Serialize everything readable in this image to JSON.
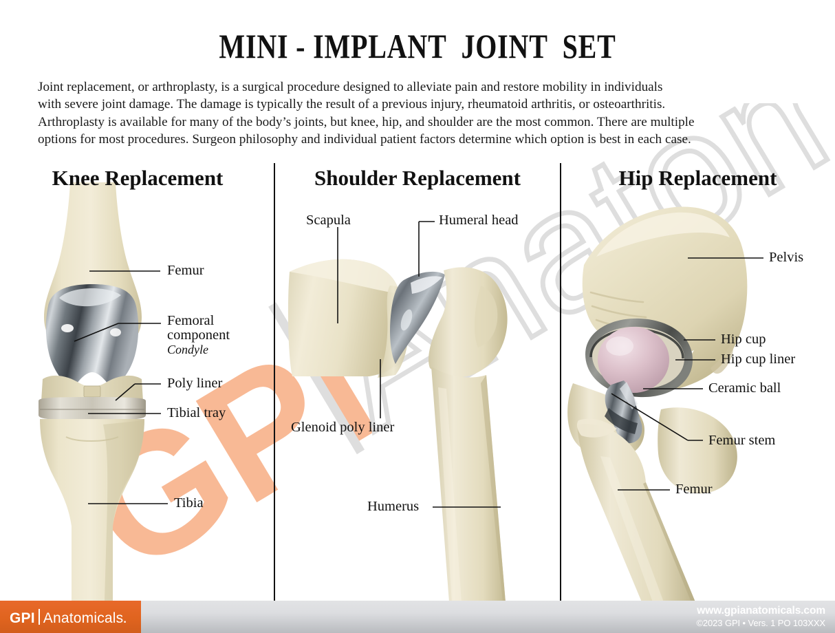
{
  "title": "MINI - IMPLANT  JOINT  SET",
  "intro": {
    "lines": [
      "Joint replacement, or arthroplasty, is a surgical procedure designed to alleviate pain and restore mobility in individuals",
      "with severe joint damage. The damage is typically the result of a previous injury, rheumatoid arthritis, or osteoarthritis.",
      "Arthroplasty is available for many of the body’s joints, but knee, hip, and shoulder are the most common. There are multiple",
      "options for most procedures. Surgeon philosophy and individual patient factors determine which option is best in each case."
    ]
  },
  "sections": {
    "knee": {
      "heading": "Knee Replacement",
      "labels": [
        {
          "name": "femur",
          "text": "Femur"
        },
        {
          "name": "femoral-component",
          "text": "Femoral",
          "line2": "component",
          "italic": "Condyle"
        },
        {
          "name": "poly-liner",
          "text": "Poly liner"
        },
        {
          "name": "tibial-tray",
          "text": "Tibial tray"
        },
        {
          "name": "tibia",
          "text": "Tibia"
        }
      ]
    },
    "shoulder": {
      "heading": "Shoulder Replacement",
      "labels": [
        {
          "name": "scapula",
          "text": "Scapula"
        },
        {
          "name": "humeral-head",
          "text": "Humeral head"
        },
        {
          "name": "glenoid-poly-liner",
          "text": "Glenoid poly liner"
        },
        {
          "name": "humerus",
          "text": "Humerus"
        }
      ]
    },
    "hip": {
      "heading": "Hip Replacement",
      "labels": [
        {
          "name": "pelvis",
          "text": "Pelvis"
        },
        {
          "name": "hip-cup",
          "text": "Hip cup"
        },
        {
          "name": "hip-cup-liner",
          "text": "Hip cup liner"
        },
        {
          "name": "ceramic-ball",
          "text": "Ceramic ball"
        },
        {
          "name": "femur-stem",
          "text": "Femur stem"
        },
        {
          "name": "femur",
          "text": "Femur"
        }
      ]
    }
  },
  "watermark": {
    "brand": "GPI",
    "word": "Anatomicals",
    "registered": "®"
  },
  "footer": {
    "logo_brand": "GPI",
    "logo_word": "Anatomicals",
    "logo_dot": ".",
    "url": "www.gpianatomicals.com",
    "copyright": "©2023 GPI • Vers. 1 PO 103XXX"
  },
  "colors": {
    "brand_orange": "#e0641f",
    "watermark_orange": "#f5ab7e",
    "watermark_gray": "#dcdcdc",
    "bone": "#e6dfc2",
    "bone_light": "#efe9d2",
    "bone_shadow": "#cfc5a1",
    "metal": "#9aa0a6",
    "metal_dark": "#4c5258",
    "ceramic_pink": "#d8bcc6",
    "poly": "#ded5b4",
    "ink": "#111111",
    "footer_gray": "#c3c5c9"
  }
}
